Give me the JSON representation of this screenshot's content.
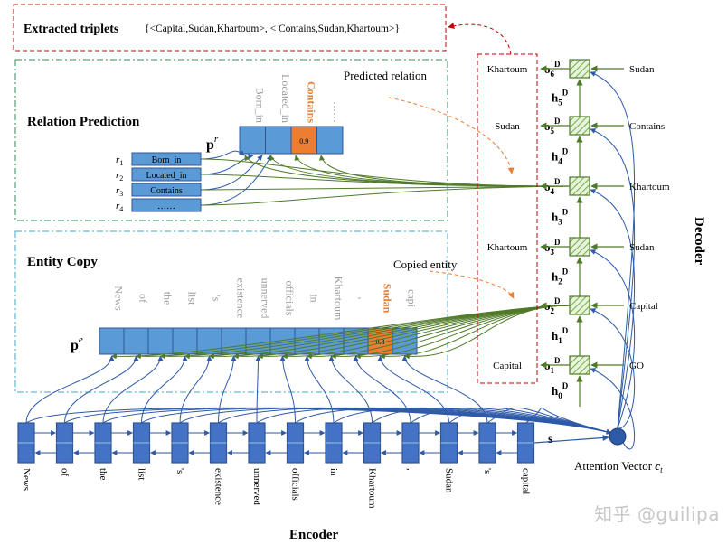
{
  "extracted": {
    "title": "Extracted triplets",
    "value": "{<Capital,Sudan,Khartoum>, < Contains,Sudan,Khartoum>}"
  },
  "relation": {
    "title": "Relation Prediction",
    "predicted_label": "Predicted relation",
    "vector_symbol": "p",
    "vector_sup": "r",
    "cells": [
      "Born_in",
      "Located_in",
      "Contains",
      "……"
    ],
    "highlight_value": "0.9",
    "r_labels": [
      {
        "sym": "r",
        "sub": "1",
        "text": "Born_in"
      },
      {
        "sym": "r",
        "sub": "2",
        "text": "Located_in"
      },
      {
        "sym": "r",
        "sub": "3",
        "text": "Contains"
      },
      {
        "sym": "r",
        "sub": "4",
        "text": "……"
      }
    ]
  },
  "entity": {
    "title": "Entity Copy",
    "copied_label": "Copied entity",
    "vector_symbol": "p",
    "vector_sup": "e",
    "cells": [
      "News",
      "of",
      "the",
      "list",
      "'s",
      "existence",
      "unnerved",
      "officials",
      "in",
      "Khartoum",
      ",",
      "Sudan",
      "capi"
    ],
    "highlight_value": "0.8"
  },
  "encoder": {
    "label": "Encoder",
    "tokens": [
      "News",
      "of",
      "the",
      "list",
      "'s",
      "existence",
      "unnerved",
      "officials",
      "in",
      "Khartoum",
      ",",
      "Sudan",
      "'s",
      "capital"
    ],
    "s_label": "s"
  },
  "decoder": {
    "label": "Decoder",
    "outputs": [
      {
        "label": "Khartoum",
        "o": "o",
        "osub": "6",
        "osup": "D"
      },
      {
        "label": "Sudan",
        "o": "o",
        "osub": "5",
        "osup": "D"
      },
      {
        "label": "",
        "o": "o",
        "osub": "4",
        "osup": "D"
      },
      {
        "label": "Khartoum",
        "o": "o",
        "osub": "3",
        "osup": "D"
      },
      {
        "label": "",
        "o": "o",
        "osub": "2",
        "osup": "D"
      },
      {
        "label": "Capital",
        "o": "o",
        "osub": "1",
        "osup": "D"
      }
    ],
    "hidden": [
      {
        "h": "h",
        "sub": "5",
        "sup": "D"
      },
      {
        "h": "h",
        "sub": "4",
        "sup": "D"
      },
      {
        "h": "h",
        "sub": "3",
        "sup": "D"
      },
      {
        "h": "h",
        "sub": "2",
        "sup": "D"
      },
      {
        "h": "h",
        "sub": "1",
        "sup": "D"
      },
      {
        "h": "h",
        "sub": "0",
        "sup": "D"
      }
    ],
    "inputs": [
      "Sudan",
      "Contains",
      "Khartoum",
      "Sudan",
      "Capital",
      "GO"
    ],
    "attention_label": "Attention Vector ",
    "attention_sym": "c",
    "attention_sub": "t"
  },
  "watermark": "知乎 @guilipa",
  "colors": {
    "cell_blue": "#5b9bd5",
    "cell_highlight": "#ed7d31",
    "encoder_dark": "#2f5597",
    "encoder_mid": "#4472c4",
    "arrow_blue": "#2e5aa8",
    "arrow_green": "#4f7a28",
    "red_dash": "#c00000",
    "green_dash": "#2e8b57",
    "cyan_dash": "#3fa7c9",
    "orange_dash": "#ed7d31",
    "gray_text": "#9a9a9a"
  }
}
